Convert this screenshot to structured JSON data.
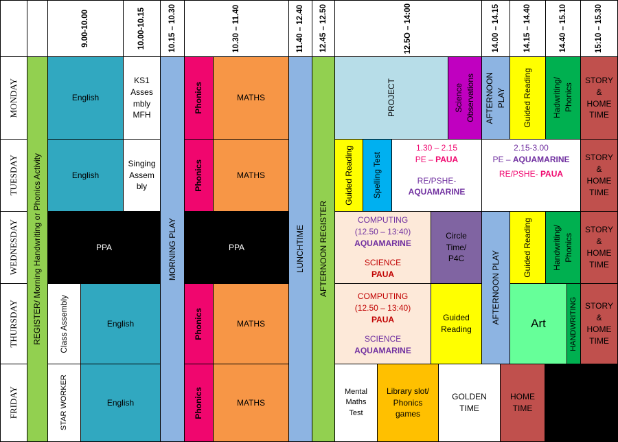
{
  "colors": {
    "green": "#92D050",
    "blue": "#8DB4E2",
    "teal": "#31A8C0",
    "pink": "#F0066E",
    "orange": "#F79646",
    "lightblue": "#B7DDE8",
    "purple": "#C000C0",
    "yellow": "#FFFF00",
    "darkgreen": "#00B050",
    "red": "#C0504D",
    "skyblue": "#00B0F0",
    "lavender": "#8064A2",
    "peach": "#FDE9D9",
    "mint": "#66FF99",
    "gold": "#FFC000",
    "black": "#000000",
    "white": "#FFFFFF"
  },
  "times": [
    "9.00-10.00",
    "10.00-10.15",
    "10.15 – 10.30",
    "10.30 – 11.40",
    "11.40 – 12.40",
    "12.45 – 12.50",
    "12.5O – 14:00",
    "14.00 – 14.15",
    "14.15 – 14.40",
    "14.40 – 15.10",
    "15:10 – 15.30"
  ],
  "days": [
    "MONDAY",
    "TUESDAY",
    "WEDNESDAY",
    "THURSDAY",
    "FRIDAY"
  ],
  "spans": {
    "register": "REGISTER/ Morning Handwriting or Phonics Activity",
    "morning_play": "MORNING PLAY",
    "lunchtime": "LUNCHTIME",
    "afternoon_register": "AFTERNOON REGISTER"
  },
  "monday": {
    "english": "English",
    "ks1": "KS1\nAsses\nmbly\nMFH",
    "phonics": "Phonics",
    "maths": "MATHS",
    "project": "PROJECT",
    "science": "Science\nObservations",
    "afternoon_play": "AFTERNOON\nPLAY",
    "guided_reading": "Guided Reading",
    "handwriting": "Hadwriting/\nPhonics",
    "story": "STORY\n&\nHOME\nTIME"
  },
  "tuesday": {
    "english": "English",
    "singing": "Singing\nAssem\nbly",
    "phonics": "Phonics",
    "maths": "MATHS",
    "guided_reading": "Guided Reading",
    "spelling": "Spelling Test",
    "block1_time": "1.30 – 2.15",
    "block1_pe": "PE – ",
    "block1_pe_group": "PAUA",
    "block1_re": "RE/PSHE-",
    "block1_re_group": "AQUAMARINE",
    "block2_time": "2.15-3.00",
    "block2_pe": "PE – ",
    "block2_pe_group": "AQUAMARINE",
    "block2_re": "RE/PSHE- ",
    "block2_re_group": "PAUA",
    "story": "STORY\n&\nHOME\nTIME"
  },
  "wednesday": {
    "ppa1": "PPA",
    "ppa2": "PPA",
    "computing": "COMPUTING",
    "computing_time": "(12.50 – 13:40)",
    "computing_group": "AQUAMARINE",
    "science": "SCIENCE",
    "science_group": "PAUA",
    "circle": "Circle\nTime/\nP4C",
    "afternoon_play": "AFTERNOON PLAY",
    "guided_reading": "Guided Reading",
    "handwriting": "Handwriting/\nPhonics",
    "story": "STORY\n&\nHOME\nTIME"
  },
  "thursday": {
    "class_assembly": "Class Assembly",
    "english": "English",
    "phonics": "Phonics",
    "maths": "MATHS",
    "computing": "COMPUTING",
    "computing_time": "(12.50 – 13:40)",
    "computing_group": "PAUA",
    "science": "SCIENCE",
    "science_group": "AQUAMARINE",
    "guided_reading": "Guided\nReading",
    "art": "Art",
    "handwriting": "HANDWRITING",
    "story": "STORY\n&\nHOME\nTIME"
  },
  "friday": {
    "star_worker": "STAR WORKER",
    "english": "English",
    "phonics": "Phonics",
    "maths": "MATHS",
    "mental_maths": "Mental\nMaths\nTest",
    "library": "Library slot/\nPhonics\ngames",
    "golden_time": "GOLDEN\nTIME",
    "home_time": "HOME\nTIME"
  }
}
